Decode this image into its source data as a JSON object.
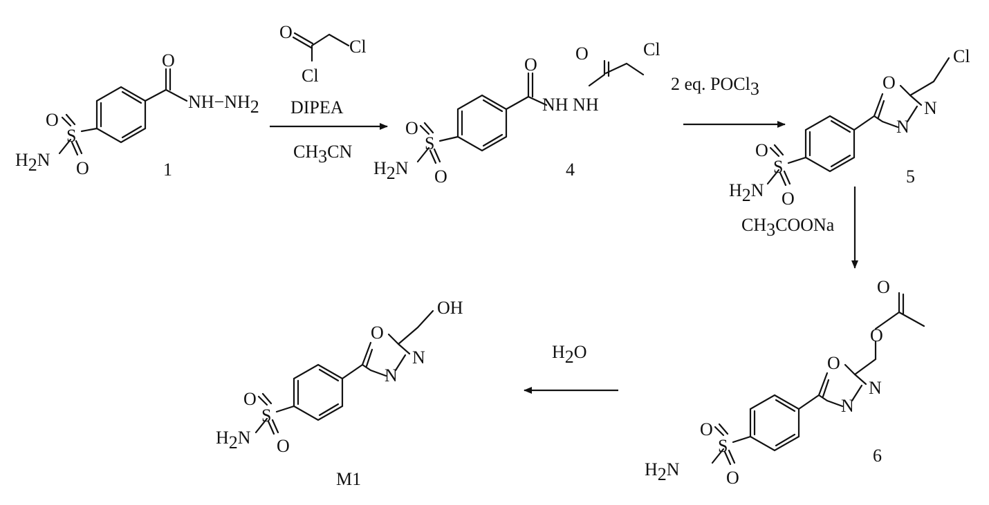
{
  "compounds": {
    "c1": {
      "number": "1",
      "sulfonamide_n": "H",
      "sulfonamide_n_sub": "2",
      "sulfonamide_n_tail": "N",
      "s": "S",
      "o": "O",
      "hydrazide": "NH−NH",
      "hydrazide_sub": "2"
    },
    "c4": {
      "number": "4",
      "nhnh": "NH NH",
      "o": "O",
      "cl": "Cl"
    },
    "c5": {
      "number": "5",
      "ring_o": "O",
      "n": "N",
      "cl": "Cl"
    },
    "c6": {
      "number": "6",
      "ring_o": "O",
      "n": "N",
      "ester_o": "O"
    },
    "m1": {
      "number": "M1",
      "ring_o": "O",
      "n": "N",
      "oh": "OH"
    }
  },
  "reagents": {
    "chloroacetyl_chloride": {
      "o": "O",
      "cl1": "Cl",
      "cl2": "Cl"
    },
    "step1_base": "DIPEA",
    "step1_solvent_a": "CH",
    "step1_solvent_sub": "3",
    "step1_solvent_b": "CN",
    "step2": "2 eq. POCl",
    "step2_sub": "3",
    "step3_a": "CH",
    "step3_sub": "3",
    "step3_b": "COONa",
    "step4_a": "H",
    "step4_sub": "2",
    "step4_b": "O"
  }
}
